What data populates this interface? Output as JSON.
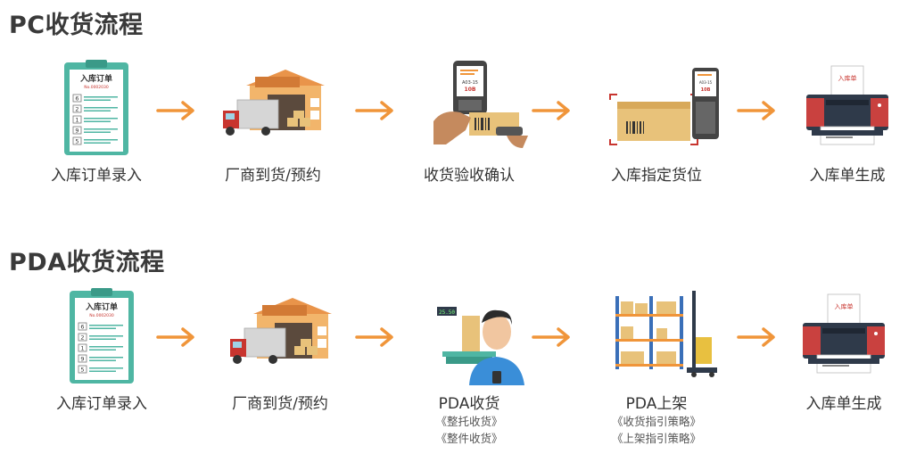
{
  "sections": [
    {
      "title": "PC收货流程",
      "steps": [
        {
          "label": "入库订单录入",
          "icon": "order-form-icon"
        },
        {
          "label": "厂商到货/预约",
          "icon": "warehouse-truck-icon"
        },
        {
          "label": "收货验收确认",
          "icon": "barcode-scan-icon"
        },
        {
          "label": "入库指定货位",
          "icon": "package-scan-icon"
        },
        {
          "label": "入库单生成",
          "icon": "printer-icon"
        }
      ]
    },
    {
      "title": "PDA收货流程",
      "steps": [
        {
          "label": "入库订单录入",
          "icon": "order-form-icon"
        },
        {
          "label": "厂商到货/预约",
          "icon": "warehouse-truck-icon"
        },
        {
          "label": "PDA收货",
          "icon": "worker-scale-icon",
          "notes": [
            "《整托收货》",
            "《整件收货》"
          ]
        },
        {
          "label": "PDA上架",
          "icon": "shelf-forklift-icon",
          "notes": [
            "《收货指引策略》",
            "《上架指引策略》"
          ]
        },
        {
          "label": "入库单生成",
          "icon": "printer-icon"
        }
      ]
    }
  ],
  "icon_text": {
    "order_title": "入库订单",
    "order_no": "No.0002030",
    "order_rows": [
      "6",
      "2",
      "1",
      "9",
      "5"
    ],
    "scanner_code": "A03-15",
    "scanner_qty": "10B",
    "printer_doc": "入库单",
    "scale_reading": "25.50"
  },
  "colors": {
    "arrow": "#f0953a",
    "clipboard": "#4fb6a3",
    "warehouse_roof": "#e9944a",
    "truck_cab": "#c8352f",
    "printer": "#c9413f",
    "box": "#e8c27a"
  }
}
